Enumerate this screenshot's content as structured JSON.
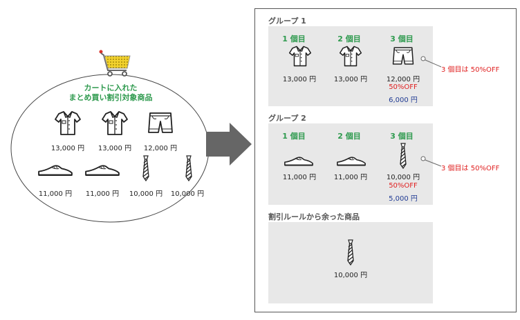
{
  "cart": {
    "title_line1": "カートに入れた",
    "title_line2": "まとめ買い割引対象商品",
    "items": [
      {
        "icon": "shirt-icon",
        "price": "13,000 円"
      },
      {
        "icon": "shirt-icon",
        "price": "13,000 円"
      },
      {
        "icon": "shorts-icon",
        "price": "12,000 円"
      },
      {
        "icon": "shoe-icon",
        "price": "11,000 円"
      },
      {
        "icon": "shoe-icon",
        "price": "11,000 円"
      },
      {
        "icon": "tie-icon",
        "price": "10,000 円"
      },
      {
        "icon": "tie-icon",
        "price": "10,000 円"
      }
    ]
  },
  "groups": [
    {
      "title": "グループ 1",
      "items": [
        {
          "label": "1 個目",
          "icon": "shirt-icon",
          "price": "13,000 円"
        },
        {
          "label": "2 個目",
          "icon": "shirt-icon",
          "price": "13,000 円"
        },
        {
          "label": "3 個目",
          "icon": "shorts-icon",
          "price": "12,000 円",
          "discount": "50%OFF",
          "discounted": "6,000 円"
        }
      ],
      "note": "3 個目は 50%OFF"
    },
    {
      "title": "グループ 2",
      "items": [
        {
          "label": "1 個目",
          "icon": "shoe-icon",
          "price": "11,000 円"
        },
        {
          "label": "2 個目",
          "icon": "shoe-icon",
          "price": "11,000 円"
        },
        {
          "label": "3 個目",
          "icon": "tie-icon",
          "price": "10,000 円",
          "discount": "50%OFF",
          "discounted": "5,000 円"
        }
      ],
      "note": "3 個目は 50%OFF"
    }
  ],
  "leftover": {
    "title": "割引ルールから余った商品",
    "items": [
      {
        "icon": "tie-icon",
        "price": "10,000 円"
      }
    ]
  },
  "colors": {
    "label_green": "#2e9a4e",
    "discount_red": "#e02020",
    "price_navy": "#1f3a93",
    "panel_gray": "#e8e8e8",
    "arrow_gray": "#666666",
    "cart_yellow": "#f2d22e"
  }
}
